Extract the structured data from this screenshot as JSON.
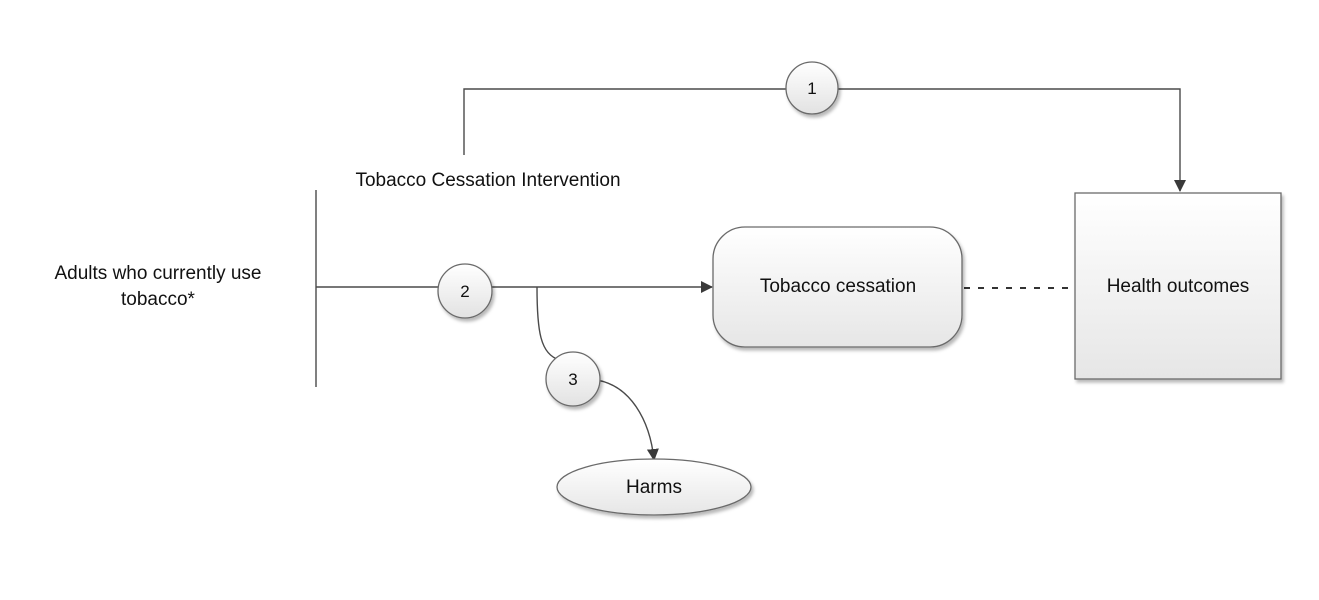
{
  "population": {
    "line1": "Adults who currently use",
    "line2": "tobacco*"
  },
  "intervention": {
    "label": "Tobacco Cessation Intervention"
  },
  "intermediate_outcome": {
    "label": "Tobacco cessation"
  },
  "health_outcome": {
    "label": "Health outcomes"
  },
  "harms": {
    "label": "Harms"
  },
  "key_questions": [
    {
      "label": "1"
    },
    {
      "label": "2"
    },
    {
      "label": "3"
    }
  ],
  "colors": {
    "line": "#4a4a4a",
    "shape_stroke": "#6a6a6a",
    "shape_fill_light": "#ffffff",
    "shape_fill_dark": "#e6e6e6",
    "text": "#111111"
  }
}
